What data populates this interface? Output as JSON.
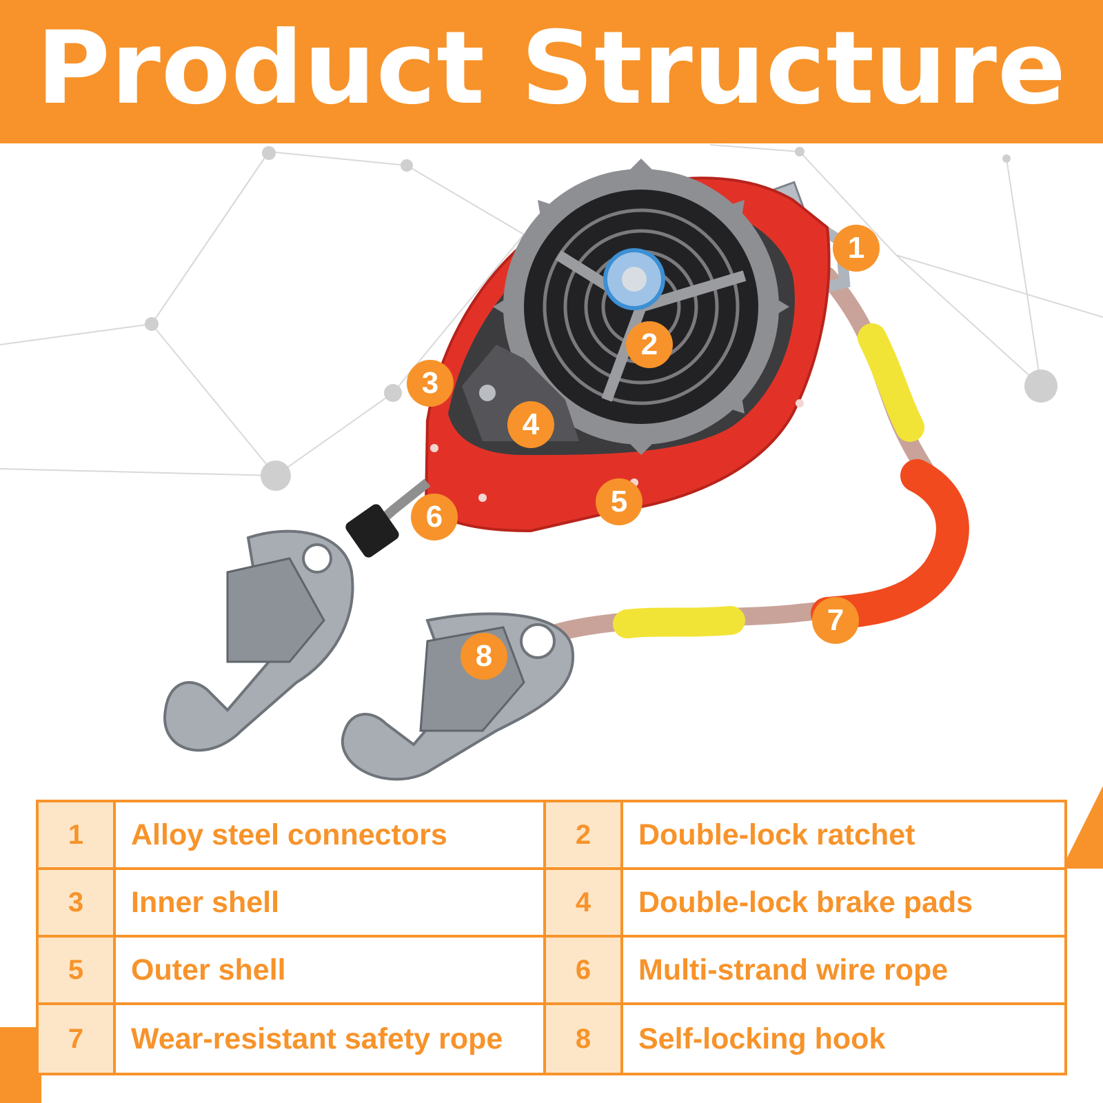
{
  "title": "Product Structure",
  "colors": {
    "accent": "#f7932a",
    "cell_bg": "#fde6c8",
    "housing": "#e23228"
  },
  "callouts": [
    "1",
    "2",
    "3",
    "4",
    "5",
    "6",
    "7",
    "8"
  ],
  "parts": [
    {
      "num": "1",
      "name": "Alloy steel connectors"
    },
    {
      "num": "2",
      "name": "Double-lock ratchet"
    },
    {
      "num": "3",
      "name": "Inner shell"
    },
    {
      "num": "4",
      "name": "Double-lock brake pads"
    },
    {
      "num": "5",
      "name": "Outer shell"
    },
    {
      "num": "6",
      "name": "Multi-strand wire rope"
    },
    {
      "num": "7",
      "name": "Wear-resistant safety rope"
    },
    {
      "num": "8",
      "name": "Self-locking hook"
    }
  ]
}
